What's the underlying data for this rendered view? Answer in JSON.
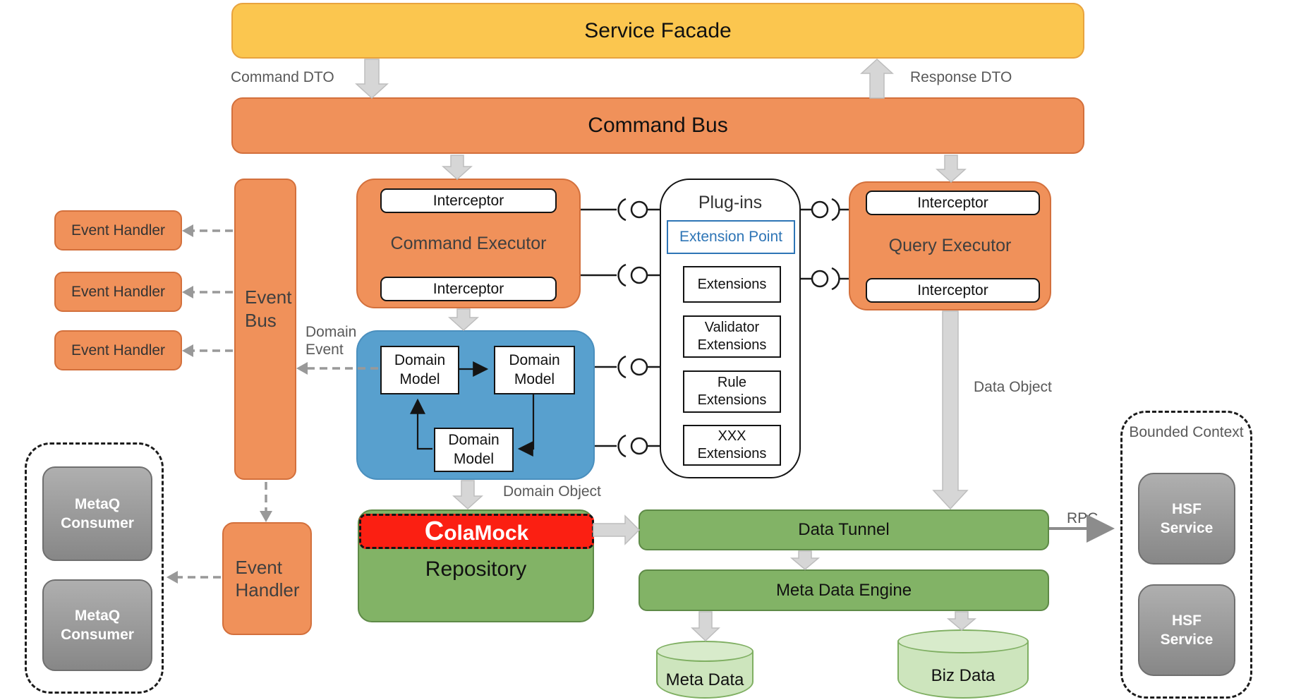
{
  "facade": {
    "label": "Service Facade"
  },
  "bus": {
    "label": "Command Bus"
  },
  "labels": {
    "command_dto": "Command DTO",
    "response_dto": "Response DTO",
    "domain_event": "Domain Event",
    "domain_object": "Domain Object",
    "data_object": "Data Object",
    "rpc": "RPC"
  },
  "command_executor": {
    "title": "Command Executor",
    "interceptors": [
      "Interceptor",
      "Interceptor"
    ]
  },
  "query_executor": {
    "title": "Query Executor",
    "interceptors": [
      "Interceptor",
      "Interceptor"
    ]
  },
  "plugins": {
    "title": "Plug-ins",
    "extension_point": "Extension Point",
    "extensions": [
      "Extensions",
      "Validator Extensions",
      "Rule Extensions",
      "XXX Extensions"
    ]
  },
  "domain": {
    "models": [
      "Domain Model",
      "Domain Model",
      "Domain Model"
    ]
  },
  "events": {
    "bus": "Event Bus",
    "handlers": [
      "Event Handler",
      "Event Handler",
      "Event Handler"
    ],
    "bottom_handler": "Event Handler"
  },
  "repository": {
    "title": "Repository",
    "mock": "ColaMock"
  },
  "data": {
    "tunnel": "Data Tunnel",
    "engine": "Meta Data Engine",
    "meta_store": "Meta Data",
    "biz_store": "Biz Data"
  },
  "external": {
    "bounded_context": "Bounded Context",
    "hsf": [
      "HSF Service",
      "HSF Service"
    ],
    "metaq": [
      "MetaQ Consumer",
      "MetaQ Consumer"
    ]
  },
  "colors": {
    "yellow": "#FBC64F",
    "orange": "#F0915A",
    "green": "#82B366",
    "blue": "#58A0CE",
    "red": "#FB1F12",
    "extension_blue": "#2E75B6",
    "arrow_gray": "#D6D6D6"
  }
}
